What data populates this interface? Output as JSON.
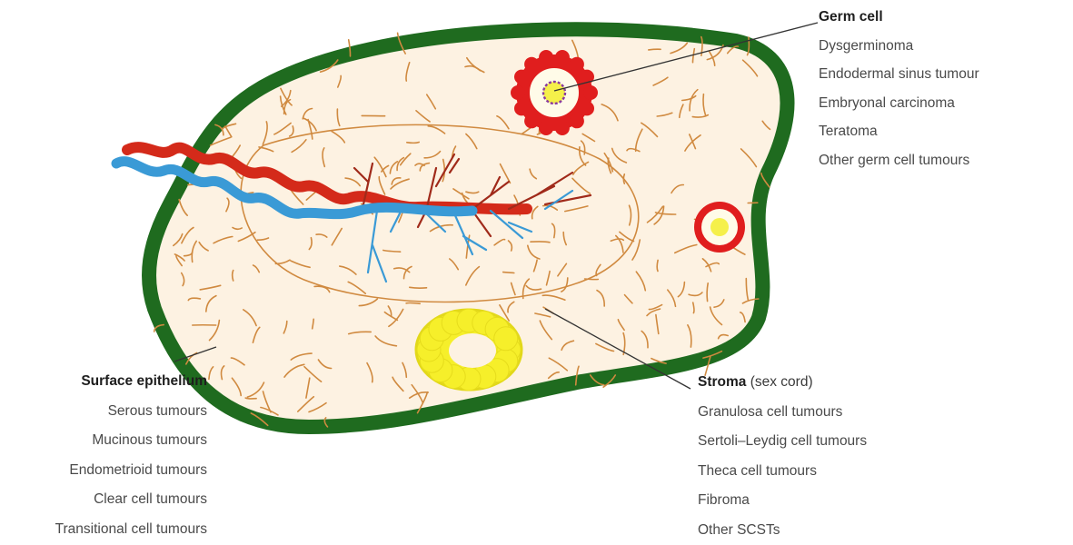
{
  "groups": {
    "germ_cell": {
      "heading": "Germ cell",
      "items": [
        "Dysgerminoma",
        "Endodermal sinus tumour",
        "Embryonal carcinoma",
        "Teratoma",
        "Other germ cell tumours"
      ]
    },
    "surface_epithelium": {
      "heading": "Surface epithelium",
      "items": [
        "Serous tumours",
        "Mucinous tumours",
        "Endometrioid tumours",
        "Clear cell tumours",
        "Transitional cell tumours"
      ]
    },
    "stroma": {
      "heading": "Stroma",
      "heading_sub": " (sex cord)",
      "items": [
        "Granulosa cell tumours",
        "Sertoli–Leydig cell tumours",
        "Theca cell tumours",
        "Fibroma",
        "Other SCSTs"
      ]
    }
  },
  "colors": {
    "capsule": "#1f6b1f",
    "stroma_fill": "#fdf2e2",
    "stroma_fibres": "#d08a40",
    "artery": "#d42a1a",
    "vein": "#3a9ad6",
    "follicle_ring": "#e01e1e",
    "follicle_core": "#f5f04a",
    "corpus": "#f6ef2a",
    "leader_line": "#333333"
  }
}
